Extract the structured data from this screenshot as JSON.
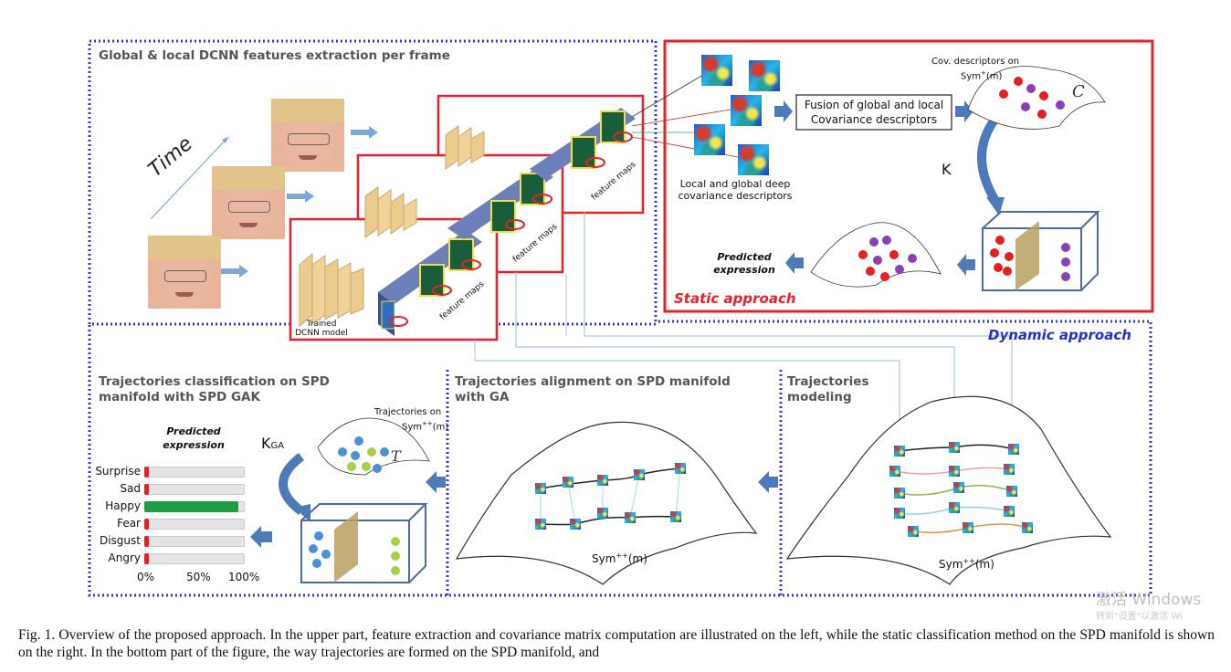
{
  "colors": {
    "blue_dotted": "#3333dd",
    "red_box": "#e8202a",
    "arrow": "#4d7ab8",
    "happy_bar": "#1d9f3f",
    "red_mark": "#e62020"
  },
  "sections": {
    "global_local_title": "Global & local DCNN features extraction per frame",
    "time_label": "Time",
    "trained_model": "Trained DCNN model",
    "feature_maps": "feature maps",
    "cov_descriptors": "Cov. descriptors on",
    "sym_label": "Sym",
    "sym_superscript": "+",
    "sym_arg": "(m)",
    "fusion_line1": "Fusion of global and local",
    "fusion_line2": "Covariance descriptors",
    "local_global_line1": "Local and global deep",
    "local_global_line2": "covariance descriptors",
    "c_symbol": "C",
    "k_label": "K",
    "predicted_line1": "Predicted",
    "predicted_line2": "expression",
    "static_approach": "Static approach",
    "dynamic_approach": "Dynamic approach",
    "classification_title_1": "Trajectories classification on SPD",
    "classification_title_2": "manifold with SPD GAK",
    "alignment_title_1": "Trajectories alignment on SPD manifold",
    "alignment_title_2": "with GA",
    "modeling_title_1": "Trajectories",
    "modeling_title_2": "modeling",
    "trajectories_on": "Trajectories on",
    "sym_pp": "Sym",
    "sym_pp_sup": "++",
    "kga_label": "K",
    "kga_sub": "GA",
    "tau_symbol": "T"
  },
  "expressions": [
    {
      "label": "Surprise",
      "value": 0.02
    },
    {
      "label": "Sad",
      "value": 0.02
    },
    {
      "label": "Happy",
      "value": 0.95
    },
    {
      "label": "Fear",
      "value": 0.02
    },
    {
      "label": "Disgust",
      "value": 0.02
    },
    {
      "label": "Angry",
      "value": 0.01
    }
  ],
  "axis_ticks": [
    "0%",
    "50%",
    "100%"
  ],
  "watermark": "激活 Windows",
  "watermark_sub": "转到\"设置\"以激活 Wi",
  "caption": "Fig. 1.  Overview of the proposed approach. In the upper part, feature extraction and covariance matrix computation are illustrated on the left, while the static classification method on the SPD manifold is shown on the right. In the bottom part of the figure, the way trajectories are formed on the SPD manifold, and"
}
